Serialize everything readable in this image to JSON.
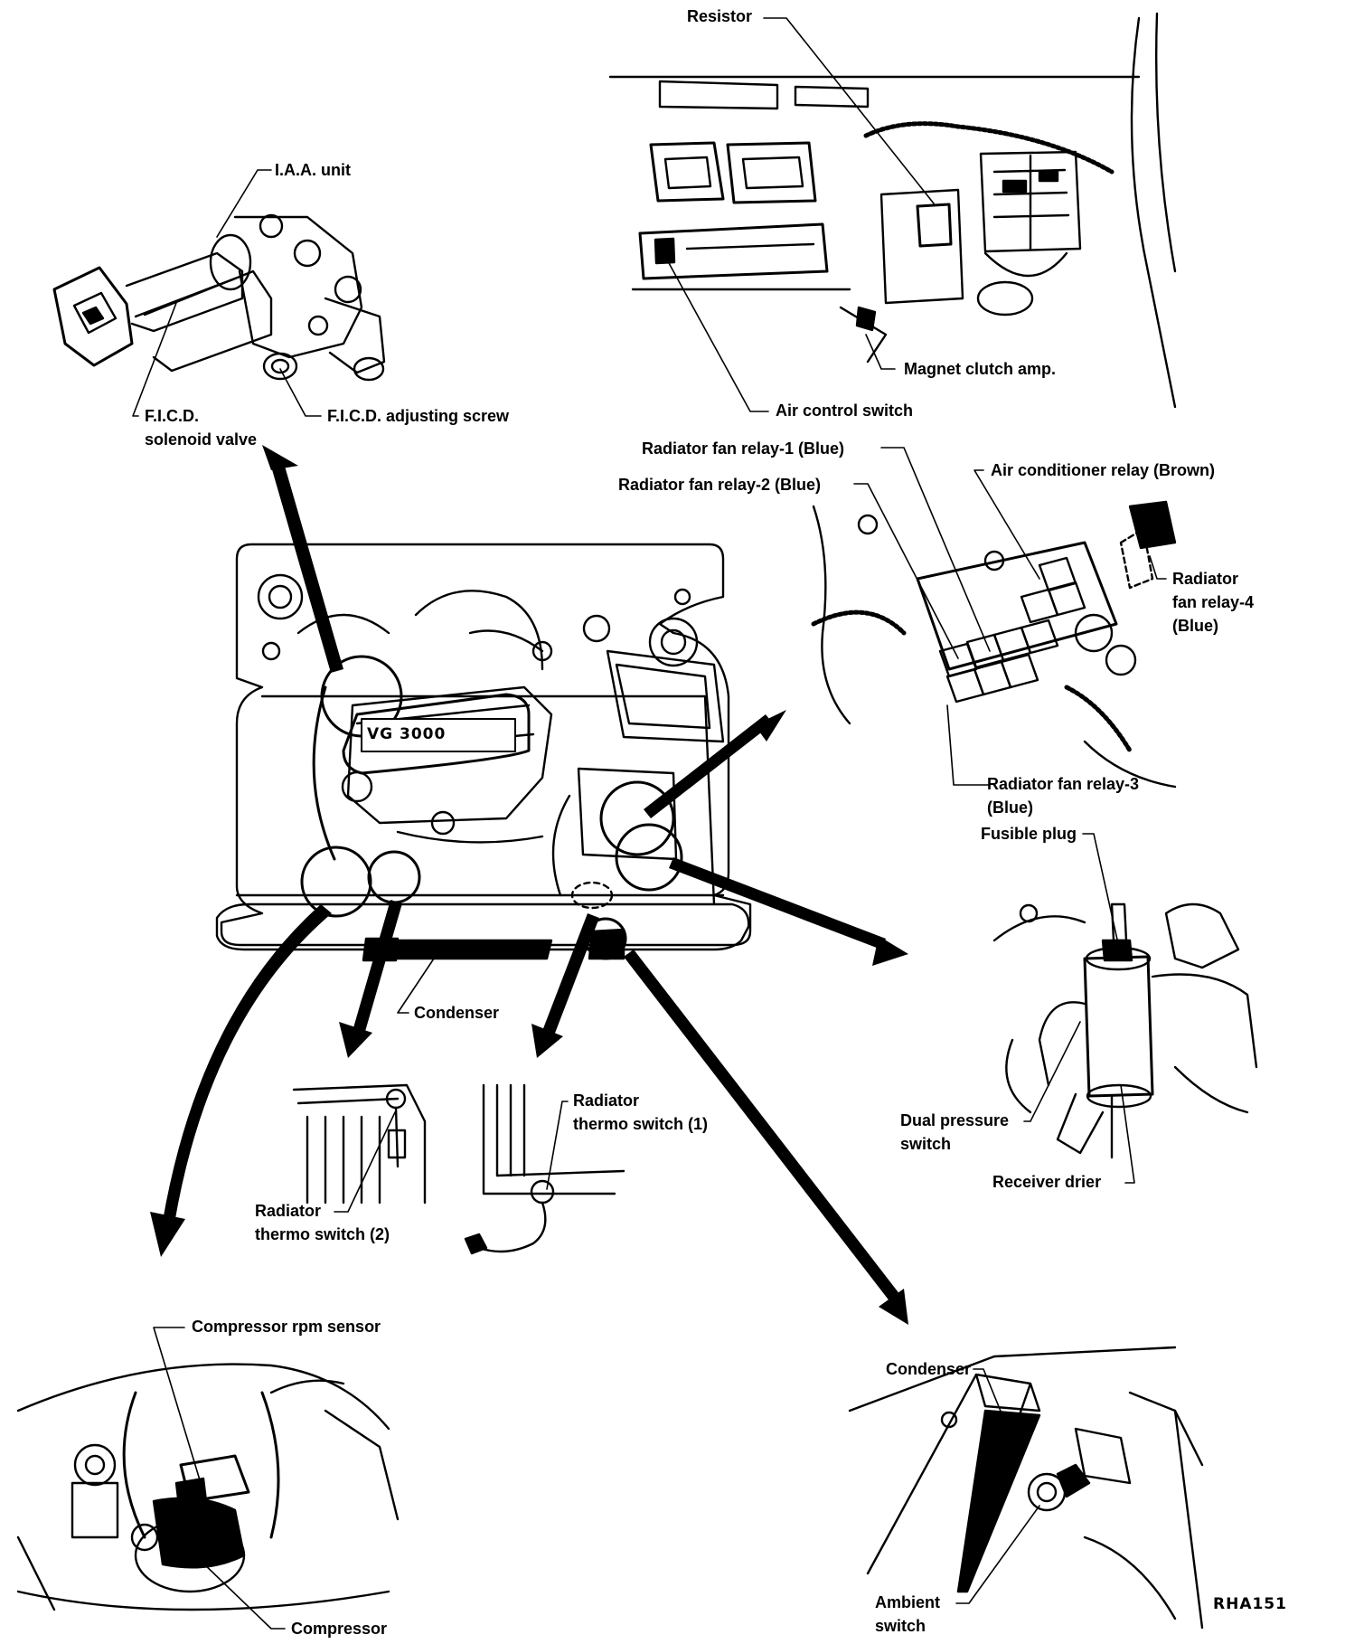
{
  "diagram": {
    "figure_code": "RHA151",
    "engine_badge": "VG 3000",
    "labels": {
      "resistor": "Resistor",
      "iaa_unit": "I.A.A. unit",
      "ficd_solenoid_line1": "F.I.C.D.",
      "ficd_solenoid_line2": "solenoid valve",
      "ficd_adjusting_screw": "F.I.C.D. adjusting screw",
      "magnet_clutch_amp": "Magnet clutch amp.",
      "air_control_switch": "Air control switch",
      "radiator_fan_relay_1": "Radiator fan relay-1 (Blue)",
      "radiator_fan_relay_2": "Radiator fan relay-2 (Blue)",
      "air_conditioner_relay": "Air conditioner relay (Brown)",
      "radiator_fan_relay_4_line1": "Radiator",
      "radiator_fan_relay_4_line2": "fan relay-4",
      "radiator_fan_relay_4_line3": "(Blue)",
      "radiator_fan_relay_3_line1": "Radiator fan relay-3",
      "radiator_fan_relay_3_line2": "(Blue)",
      "fusible_plug": "Fusible plug",
      "dual_pressure_switch_line1": "Dual pressure",
      "dual_pressure_switch_line2": "switch",
      "receiver_drier": "Receiver drier",
      "condenser_main": "Condenser",
      "radiator_thermo_switch_1_line1": "Radiator",
      "radiator_thermo_switch_1_line2": "thermo switch (1)",
      "radiator_thermo_switch_2_line1": "Radiator",
      "radiator_thermo_switch_2_line2": "thermo switch (2)",
      "compressor_rpm_sensor": "Compressor rpm sensor",
      "compressor": "Compressor",
      "condenser_detail": "Condenser",
      "ambient_switch_line1": "Ambient",
      "ambient_switch_line2": "switch"
    }
  }
}
